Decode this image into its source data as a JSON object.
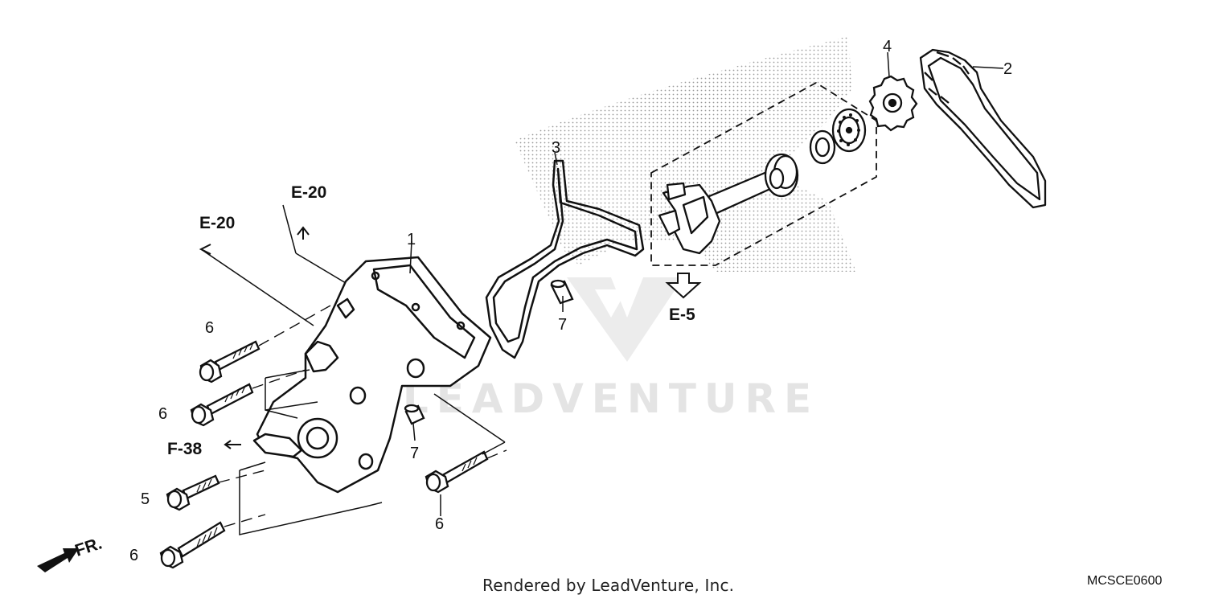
{
  "diagram": {
    "callouts": {
      "c1": "1",
      "c2": "2",
      "c3": "3",
      "c4": "4",
      "c5": "5",
      "c6a": "6",
      "c6b": "6",
      "c6c": "6",
      "c6d": "6",
      "c7a": "7",
      "c7b": "7"
    },
    "references": {
      "e20_left": "E-20",
      "e20_right": "E-20",
      "e5": "E-5",
      "f38": "F-38"
    },
    "direction_label": "FR.",
    "watermark": "LEADVENTURE",
    "footer_text": "Rendered by LeadVenture, Inc.",
    "diagram_code": "MCSCE0600"
  }
}
